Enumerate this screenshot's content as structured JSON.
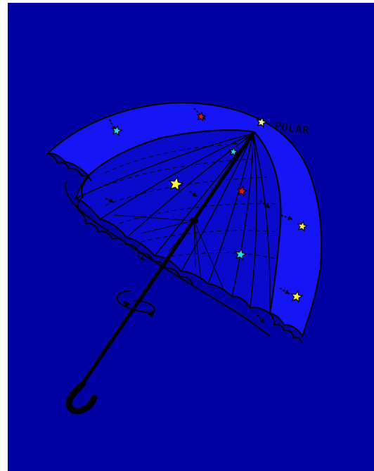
{
  "illustration": {
    "subject": "umbrella",
    "label": "POLAR",
    "colors": {
      "background": "#0202A2",
      "canopy_outer": "#1515F5",
      "canopy_inner": "#0A0ACC",
      "outline": "#000000",
      "star_yellow": "#FFF24A",
      "star_pale_yellow": "#F4F79A",
      "star_cyan": "#22DDEE",
      "star_red": "#E8101A"
    },
    "stars": [
      {
        "color": "cyan"
      },
      {
        "color": "red"
      },
      {
        "color": "pale-yellow"
      },
      {
        "color": "cyan"
      },
      {
        "color": "yellow"
      },
      {
        "color": "red"
      },
      {
        "color": "yellow"
      },
      {
        "color": "cyan"
      },
      {
        "color": "yellow"
      }
    ]
  }
}
